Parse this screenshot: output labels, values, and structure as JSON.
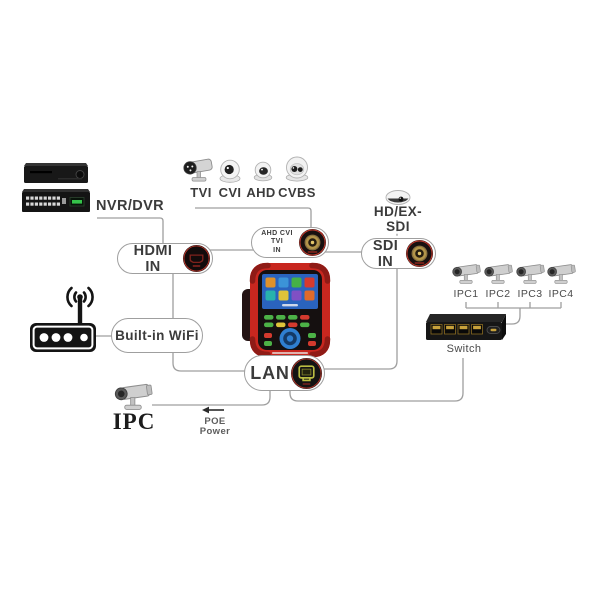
{
  "diagram": {
    "nvr_dvr_label": "NVR/DVR",
    "top_cameras": [
      "TVI",
      "CVI",
      "AHD",
      "CVBS"
    ],
    "hd_camera_label": "HD/EX-SDI",
    "ports": {
      "hdmi": "HDMI IN",
      "ahd_line1": "AHD CVI TVI",
      "ahd_line2": "IN",
      "sdi": "SDI IN",
      "lan": "LAN"
    },
    "wifi_label": "Built-in WiFi",
    "switch_label": "Switch",
    "ipc_cameras": [
      "IPC1",
      "IPC2",
      "IPC3",
      "IPC4"
    ],
    "ipc_label": "IPC",
    "poe_label": "POE Power"
  },
  "icons": {
    "hdmi_port": "hdmi-port-icon",
    "bnc_connector": "bnc-connector-icon",
    "rj45_port": "rj45-port-icon",
    "wifi_router": "wifi-router-icon",
    "bullet_camera": "bullet-camera-icon",
    "dome_camera": "dome-camera-icon",
    "nvr_stack": "nvr-dvr-icon",
    "network_switch": "switch-icon",
    "tester": "cctv-tester-icon",
    "poe_arrow": "left-arrow-icon"
  },
  "colors": {
    "line": "#9f9f9f",
    "tester_body_red": "#c8271f",
    "connector_ring_red": "#c23a2e",
    "bnc_brass": "#b3954a",
    "lan_icon_olive": "#b9bc42",
    "switch_port_gold": "#c8a23c",
    "screen_blue": "#2a63be"
  }
}
